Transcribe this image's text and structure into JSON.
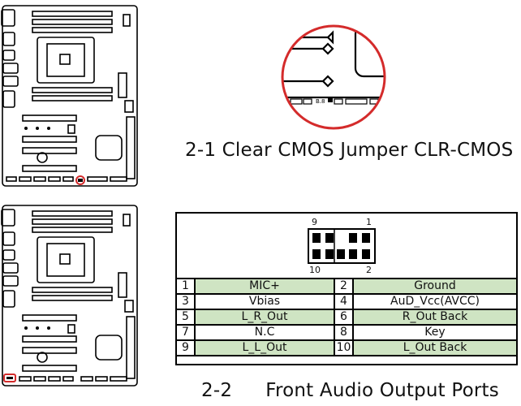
{
  "clear_cmos": {
    "caption": "2-1 Clear CMOS Jumper CLR-CMOS",
    "zoom_label": "B.8"
  },
  "front_audio": {
    "caption_num": "2-2",
    "caption_text": "Front Audio Output Ports",
    "header_pin_labels": {
      "top_left": "9",
      "top_right": "1",
      "bottom_left": "10",
      "bottom_right": "2"
    },
    "rows": [
      {
        "pin_a": "1",
        "label_a": "MIC+",
        "pin_b": "2",
        "label_b": "Ground",
        "shade": "green"
      },
      {
        "pin_a": "3",
        "label_a": "Vbias",
        "pin_b": "4",
        "label_b": "AuD_Vcc(AVCC)",
        "shade": "white"
      },
      {
        "pin_a": "5",
        "label_a": "L_R_Out",
        "pin_b": "6",
        "label_b": "R_Out Back",
        "shade": "green"
      },
      {
        "pin_a": "7",
        "label_a": "N.C",
        "pin_b": "8",
        "label_b": "Key",
        "shade": "white"
      },
      {
        "pin_a": "9",
        "label_a": "L_L_Out",
        "pin_b": "10",
        "label_b": "L_Out Back",
        "shade": "green"
      }
    ]
  },
  "colors": {
    "highlight": "#d42b2b",
    "table_green": "#cfe4c3"
  }
}
